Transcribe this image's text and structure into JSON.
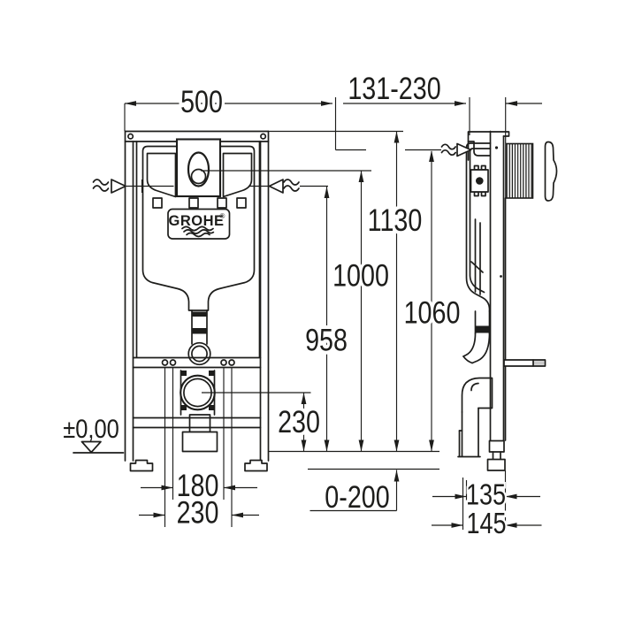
{
  "drawing": {
    "brand": "GROHE",
    "registered_mark": "®",
    "labels": {
      "frame_width": "500",
      "installation_depth_range": "131-230",
      "total_height": "1130",
      "actuation_height": "1000",
      "water_inlet_height": "958",
      "side_inlet_height": "1060",
      "outlet_center_height": "230",
      "floor_datum": "±0,00",
      "fixing_distance_inner": "180",
      "fixing_distance_outer": "230",
      "leg_adjustment_range": "0-200",
      "frame_depth": "135",
      "frame_depth_total": "145"
    }
  }
}
